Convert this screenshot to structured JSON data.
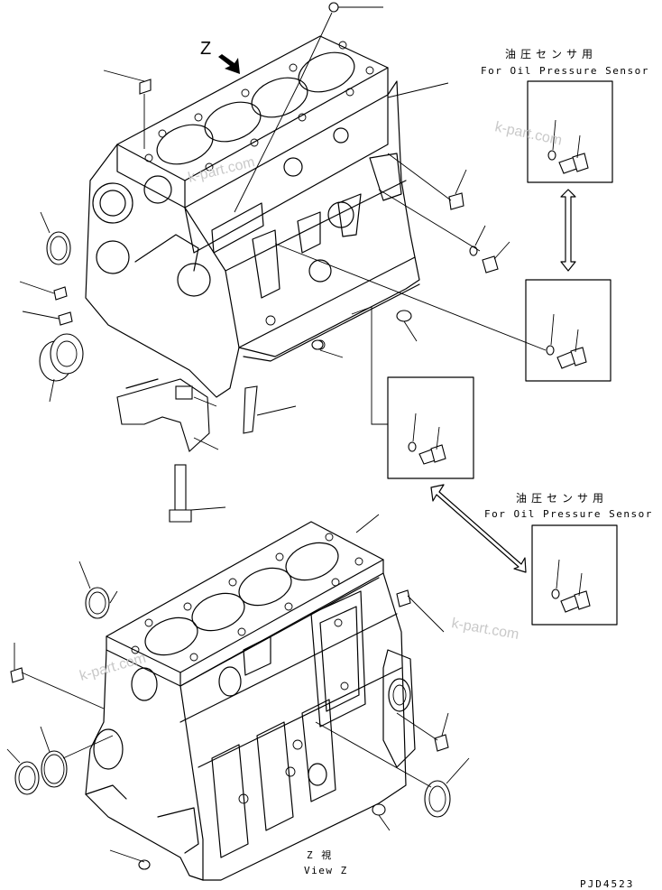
{
  "sensor_label_top": {
    "jp": "油圧センサ用",
    "en": "For Oil Pressure Sensor"
  },
  "sensor_label_bottom": {
    "jp": "油圧センサ用",
    "en": "For Oil Pressure Sensor"
  },
  "view_arrow_letter": "Z",
  "view_caption": {
    "jp": "Z 視",
    "en": "View Z"
  },
  "drawing_code": "PJD4523",
  "watermarks": [
    "k-part.com",
    "k-part.com",
    "k-part.com",
    "k-part.com"
  ]
}
